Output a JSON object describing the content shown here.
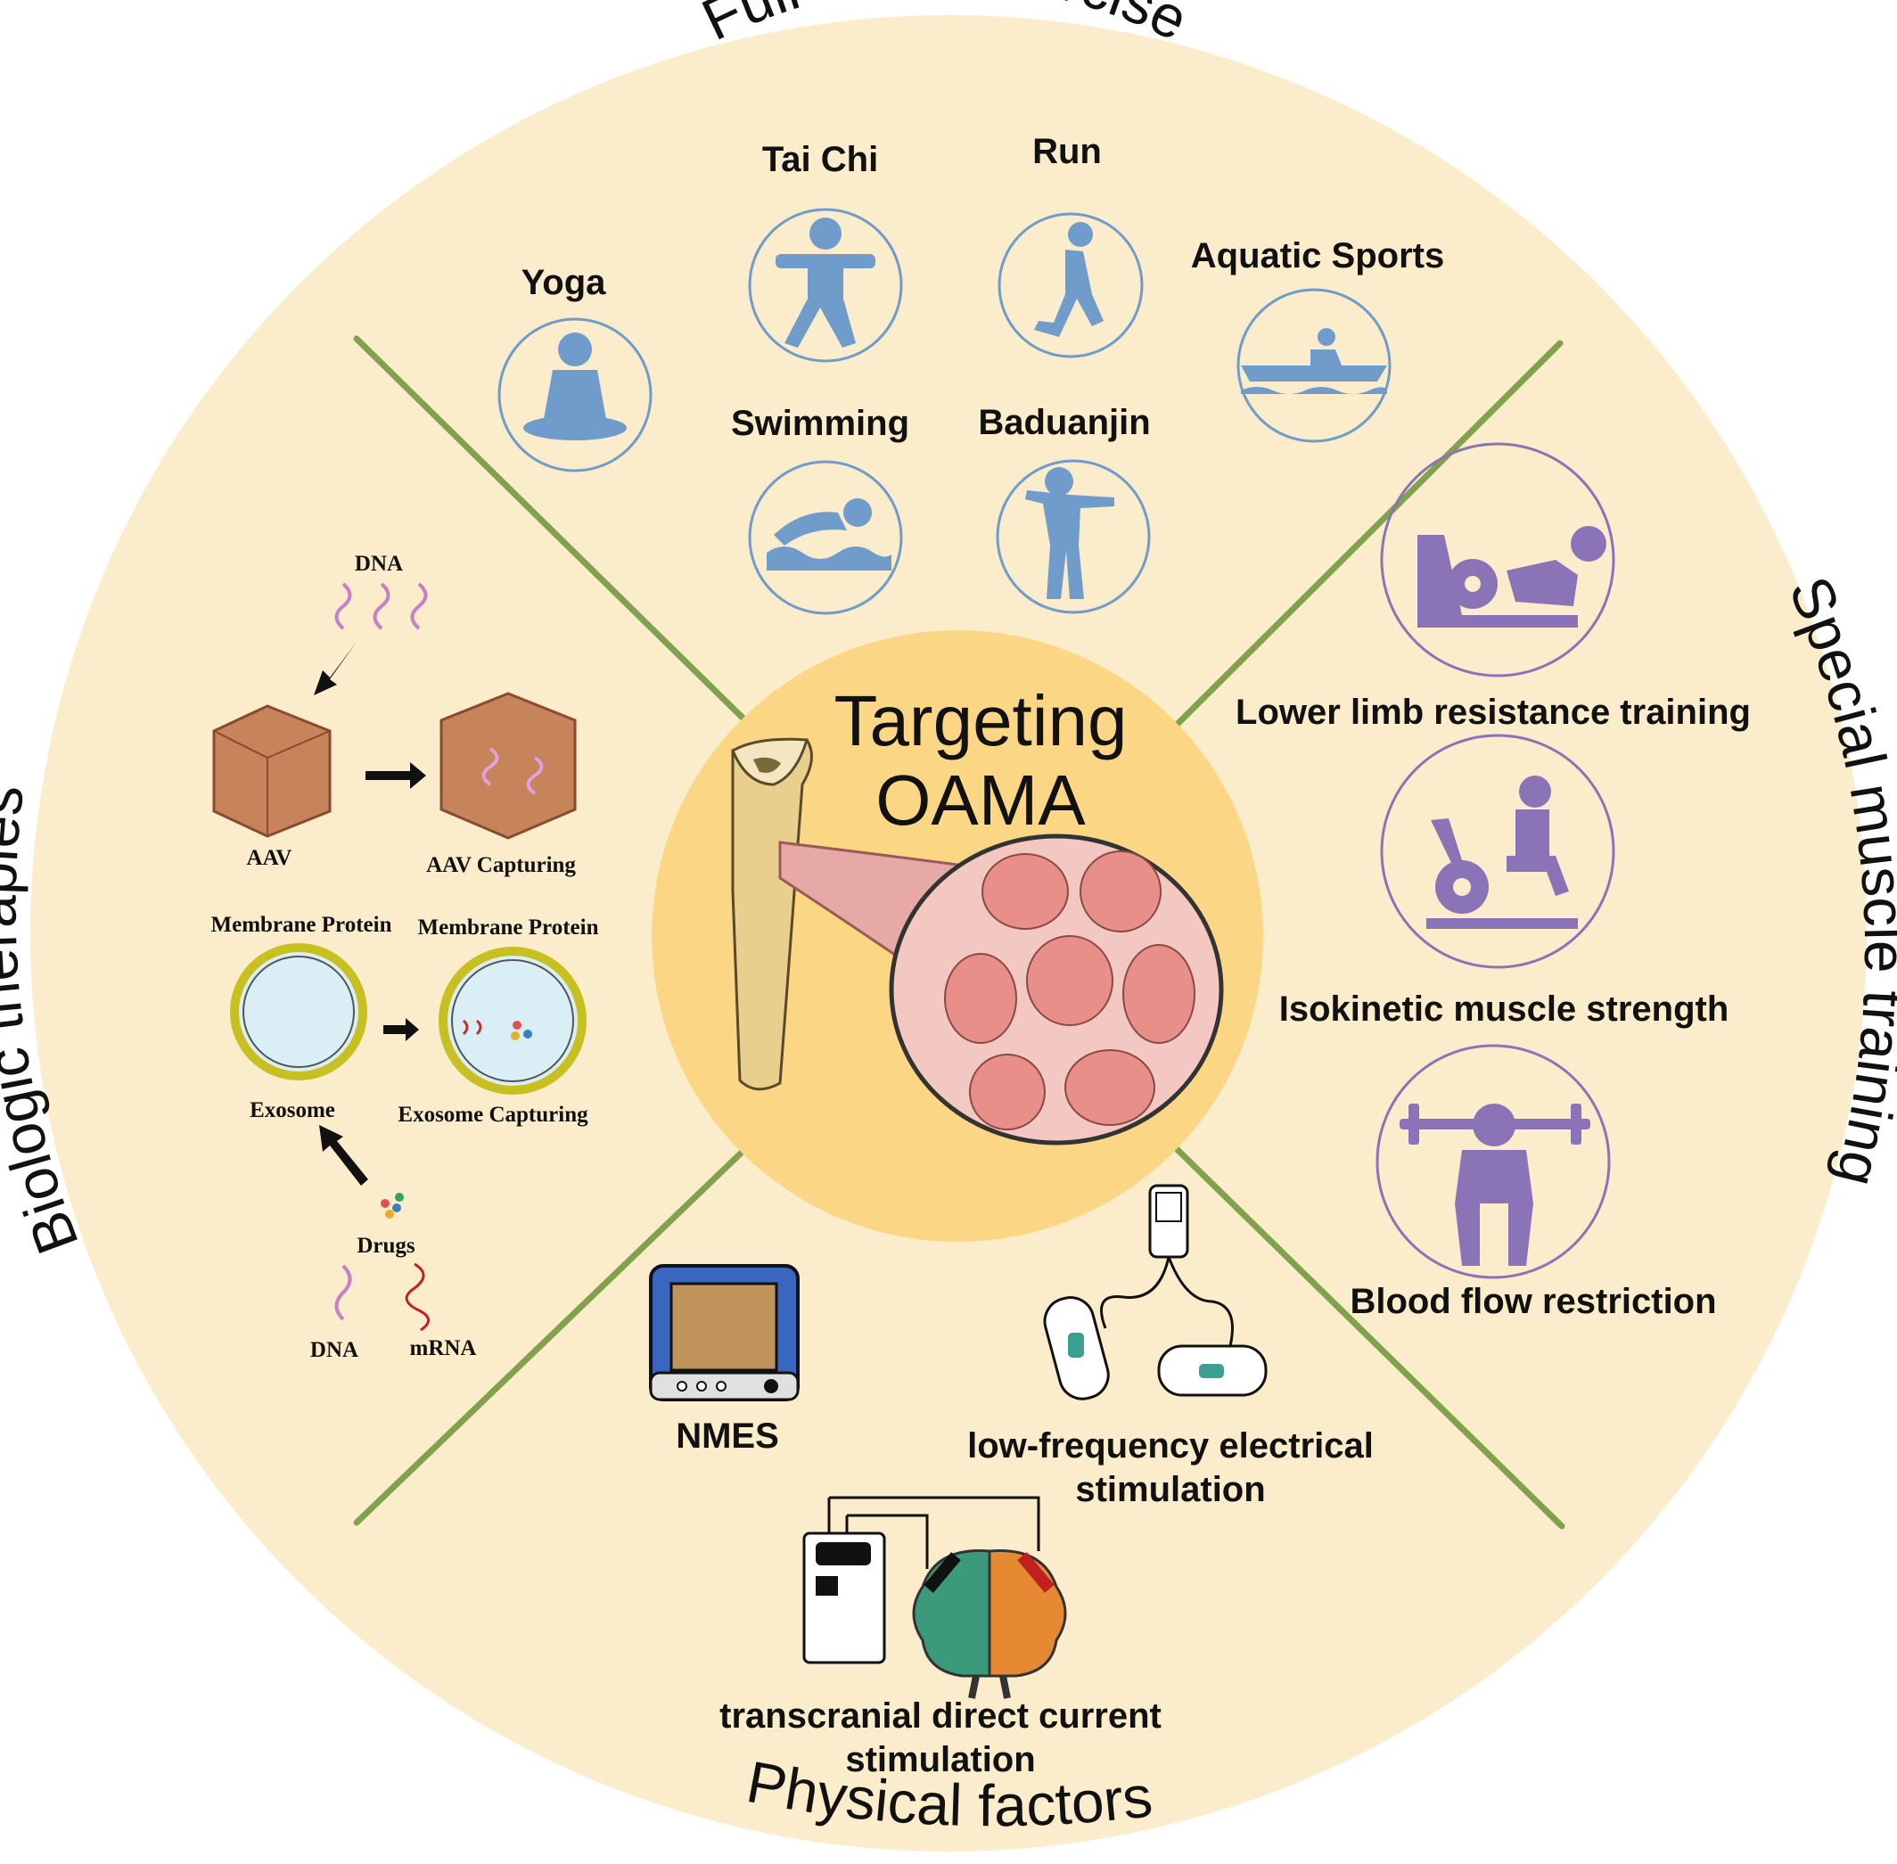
{
  "center": {
    "line1": "Targeting",
    "line2": "OAMA"
  },
  "sections": {
    "full_body": "Full-body exercise",
    "special": "Special muscle training",
    "physical": "Physical factors",
    "biologic": "Biologic therapies"
  },
  "exercise": {
    "yoga": "Yoga",
    "tai_chi": "Tai Chi",
    "run": "Run",
    "aquatic": "Aquatic Sports",
    "swimming": "Swimming",
    "baduanjin": "Baduanjin"
  },
  "training": {
    "lower_limb": "Lower limb resistance training",
    "isokinetic": "Isokinetic muscle strength",
    "bfr": "Blood flow restriction"
  },
  "physical": {
    "nmes": "NMES",
    "lfes_1": "low-frequency electrical",
    "lfes_2": "stimulation",
    "tdcs_1": "transcranial direct current",
    "tdcs_2": "stimulation"
  },
  "biologic": {
    "dna_top": "DNA",
    "aav": "AAV",
    "aav_capturing": "AAV Capturing",
    "membrane_protein_1": "Membrane  Protein",
    "membrane_protein_2": "Membrane  Protein",
    "exosome": "Exosome",
    "exosome_capturing": "Exosome Capturing",
    "drugs": "Drugs",
    "dna_bottom": "DNA",
    "mrna": "mRNA"
  },
  "colors": {
    "disc": "#fbeccb",
    "center": "#fbd785",
    "divider": "#80a24c",
    "exercise_icon": "#6f9ccb",
    "training_icon": "#8b73b8"
  }
}
